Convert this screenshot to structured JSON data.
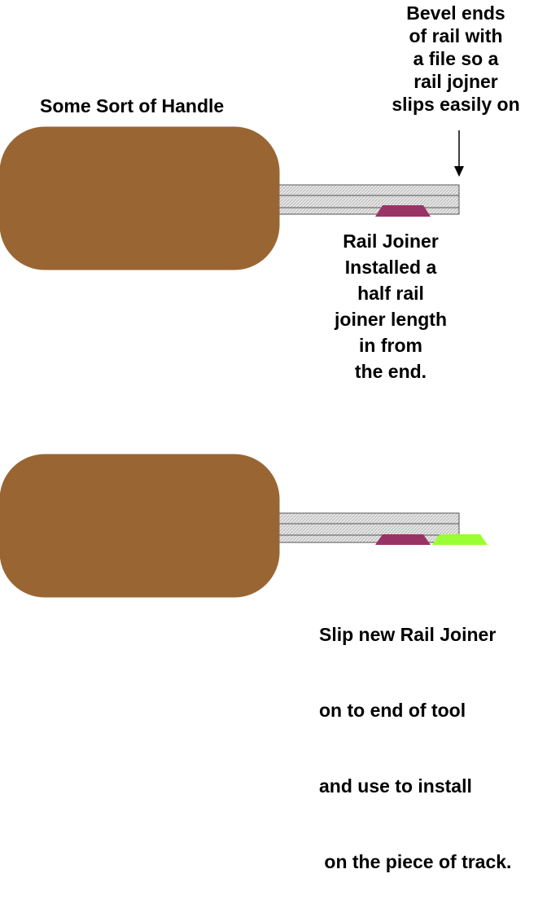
{
  "labels": {
    "handle": "Some Sort of Handle",
    "bevel": [
      "Bevel ends",
      "of rail with",
      "a file so a",
      "rail jojner",
      "slips easily on"
    ],
    "rail_joiner": [
      "Rail Joiner",
      "Installed a",
      "half rail",
      "joiner length",
      "in from",
      "the end."
    ],
    "slip": [
      "Slip new Rail Joiner",
      "on to end of tool",
      "and use to install",
      " on the piece of track."
    ]
  },
  "colors": {
    "handle": "#996633",
    "rail": "#d9d9d9",
    "installed_joiner": "#993366",
    "new_joiner": "#99ff33",
    "text": "#000000"
  }
}
